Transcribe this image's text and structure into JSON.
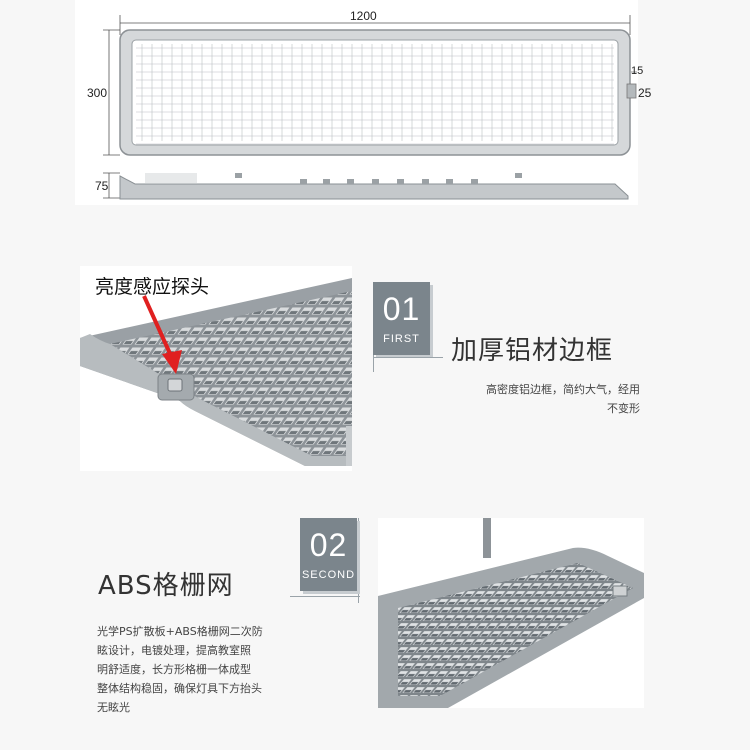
{
  "drawing": {
    "width_label": "1200",
    "height_label": "300",
    "depth_label": "75",
    "sensor_offset_label": "15",
    "sensor_size_label": "25"
  },
  "callout": {
    "label": "亮度感应探头"
  },
  "feature1": {
    "number": "01",
    "word": "FIRST",
    "title": "加厚铝材边框",
    "desc_lines": [
      "高密度铝边框，简约大气，经用",
      "不变形"
    ]
  },
  "feature2": {
    "number": "02",
    "word": "SECOND",
    "title": "ABS格栅网",
    "desc_lines": [
      "光学PS扩散板+ABS格栅网二次防",
      "眩设计，电镀处理，提高教室照",
      "明舒适度，长方形格栅一体成型",
      "整体结构稳固，确保灯具下方抬头",
      "无眩光"
    ]
  },
  "colors": {
    "background": "#f7f7f7",
    "number_box": "#7b858c",
    "arrow": "#e02020",
    "frame_gray": "#a7adb2"
  }
}
